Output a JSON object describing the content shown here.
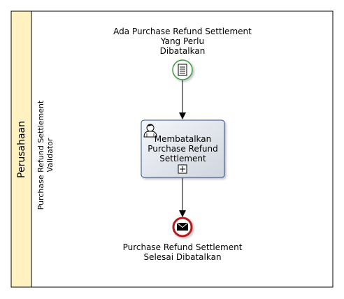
{
  "pool": {
    "name": "Perusahaan"
  },
  "lane": {
    "name_line1": "Purchase Refund Settlement",
    "name_line2": "Validator"
  },
  "start_event": {
    "label_line1": "Ada Purchase Refund Settlement",
    "label_line2": "Yang Perlu",
    "label_line3": "Dibatalkan",
    "type": "conditional-start-event",
    "icon": "document-icon",
    "color": "#3d9a3d"
  },
  "task": {
    "label_line1": "Membatalkan",
    "label_line2": "Purchase Refund",
    "label_line3": "Settlement",
    "type": "user-subprocess",
    "icon": "user-icon",
    "marker": "plus-marker",
    "border_color": "#2c4f8c"
  },
  "end_event": {
    "label_line1": "Purchase Refund Settlement",
    "label_line2": "Selesai Dibatalkan",
    "type": "message-end-event",
    "icon": "envelope-icon",
    "color": "#b41e1e"
  },
  "colors": {
    "pool_header": "#fff2c0",
    "pool_border": "#000000"
  }
}
